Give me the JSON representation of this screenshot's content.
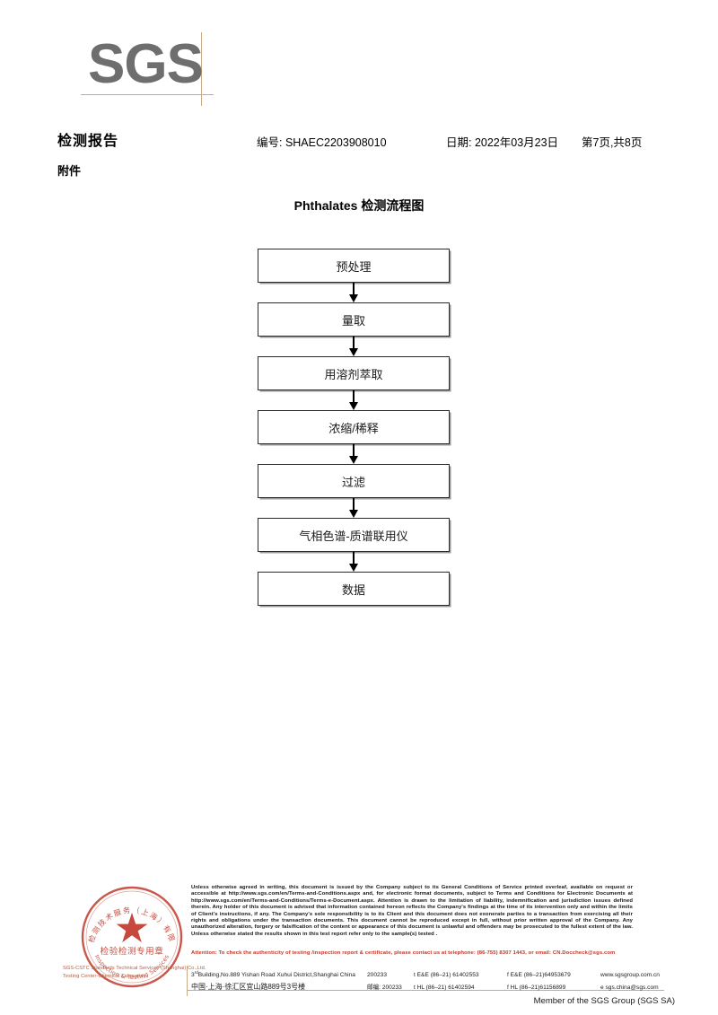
{
  "logo": {
    "text": "SGS"
  },
  "header": {
    "title": "检测报告",
    "attachment": "附件",
    "report_no": "编号: SHAEC2203908010",
    "date": "日期: 2022年03月23日",
    "page": "第7页,共8页"
  },
  "flowchart": {
    "title": "Phthalates 检测流程图",
    "nodes": [
      {
        "label": "预处理"
      },
      {
        "label": "量取"
      },
      {
        "label": "用溶剂萃取"
      },
      {
        "label": "浓缩/稀释"
      },
      {
        "label": "过滤"
      },
      {
        "label": "气相色谱-质谱联用仪"
      },
      {
        "label": "数据"
      }
    ]
  },
  "stamp": {
    "inner_cn": "检验检测专用章",
    "inner_en": "Inspection & Testing Services",
    "arc_cn": "检验检测技术服务（上海）有限公司",
    "company_line1": "SGS-CSTC Standards Technical Services (Shanghai) Co.,Ltd.",
    "company_line2": "Testing Center-Chemical Laboratory."
  },
  "footer": {
    "legal": "Unless otherwise agreed in writing, this document is issued by the Company subject to its General Conditions of Service printed overleaf, available on request or accessible at http://www.sgs.com/en/Terms-and-Conditions.aspx and, for electronic format documents, subject to Terms and Conditions for Electronic Documents at http://www.sgs.com/en/Terms-and-Conditions/Terms-e-Document.aspx. Attention is drawn to the limitation of liability, indemnification and jurisdiction issues defined therein. Any holder of this document is advised that information contained hereon reflects the Company's findings at the time of its intervention only and within the limits of Client's instructions, if any. The Company's sole responsibility is to its Client and this document does not exonerate parties to a transaction from exercising all their rights and obligations under the transaction documents. This document cannot be reproduced except in full, without prior written approval of the Company. Any unauthorized alteration, forgery or falsification of the content or appearance of this document is unlawful and offenders may be prosecuted to the fullest extent of the law. Unless otherwise stated the results shown in this test report refer only to the sample(s) tested .",
    "attention": "Attention: To check the authenticity of testing /inspection report & certificate, please contact us at telephone: (86-755) 8307 1443, or email: CN.Doccheck@sgs.com",
    "address_en": "Building,No.889 Yishan Road Xuhui District,Shanghai China",
    "address_en_prefix": "3",
    "address_en_sup": "rd",
    "address_cn": "中国·上海·徐汇区宜山路889号3号楼",
    "postcode_en": "200233",
    "postcode_cn": "邮编: 200233",
    "tel_ee": "t E&E (86–21) 61402553",
    "fax_ee": "f E&E (86–21)64953679",
    "website": "www.sgsgroup.com.cn",
    "tel_hl": "t HL (86–21) 61402594",
    "fax_hl": "f HL (86–21)61156899",
    "email": "e  sgs.china@sgs.com",
    "member": "Member of the SGS Group (SGS SA)"
  },
  "colors": {
    "logo_gray": "#6e6e6e",
    "rule_tan": "#c8ab85",
    "attention_red": "#c0392b",
    "stamp_red": "#c0392b"
  }
}
